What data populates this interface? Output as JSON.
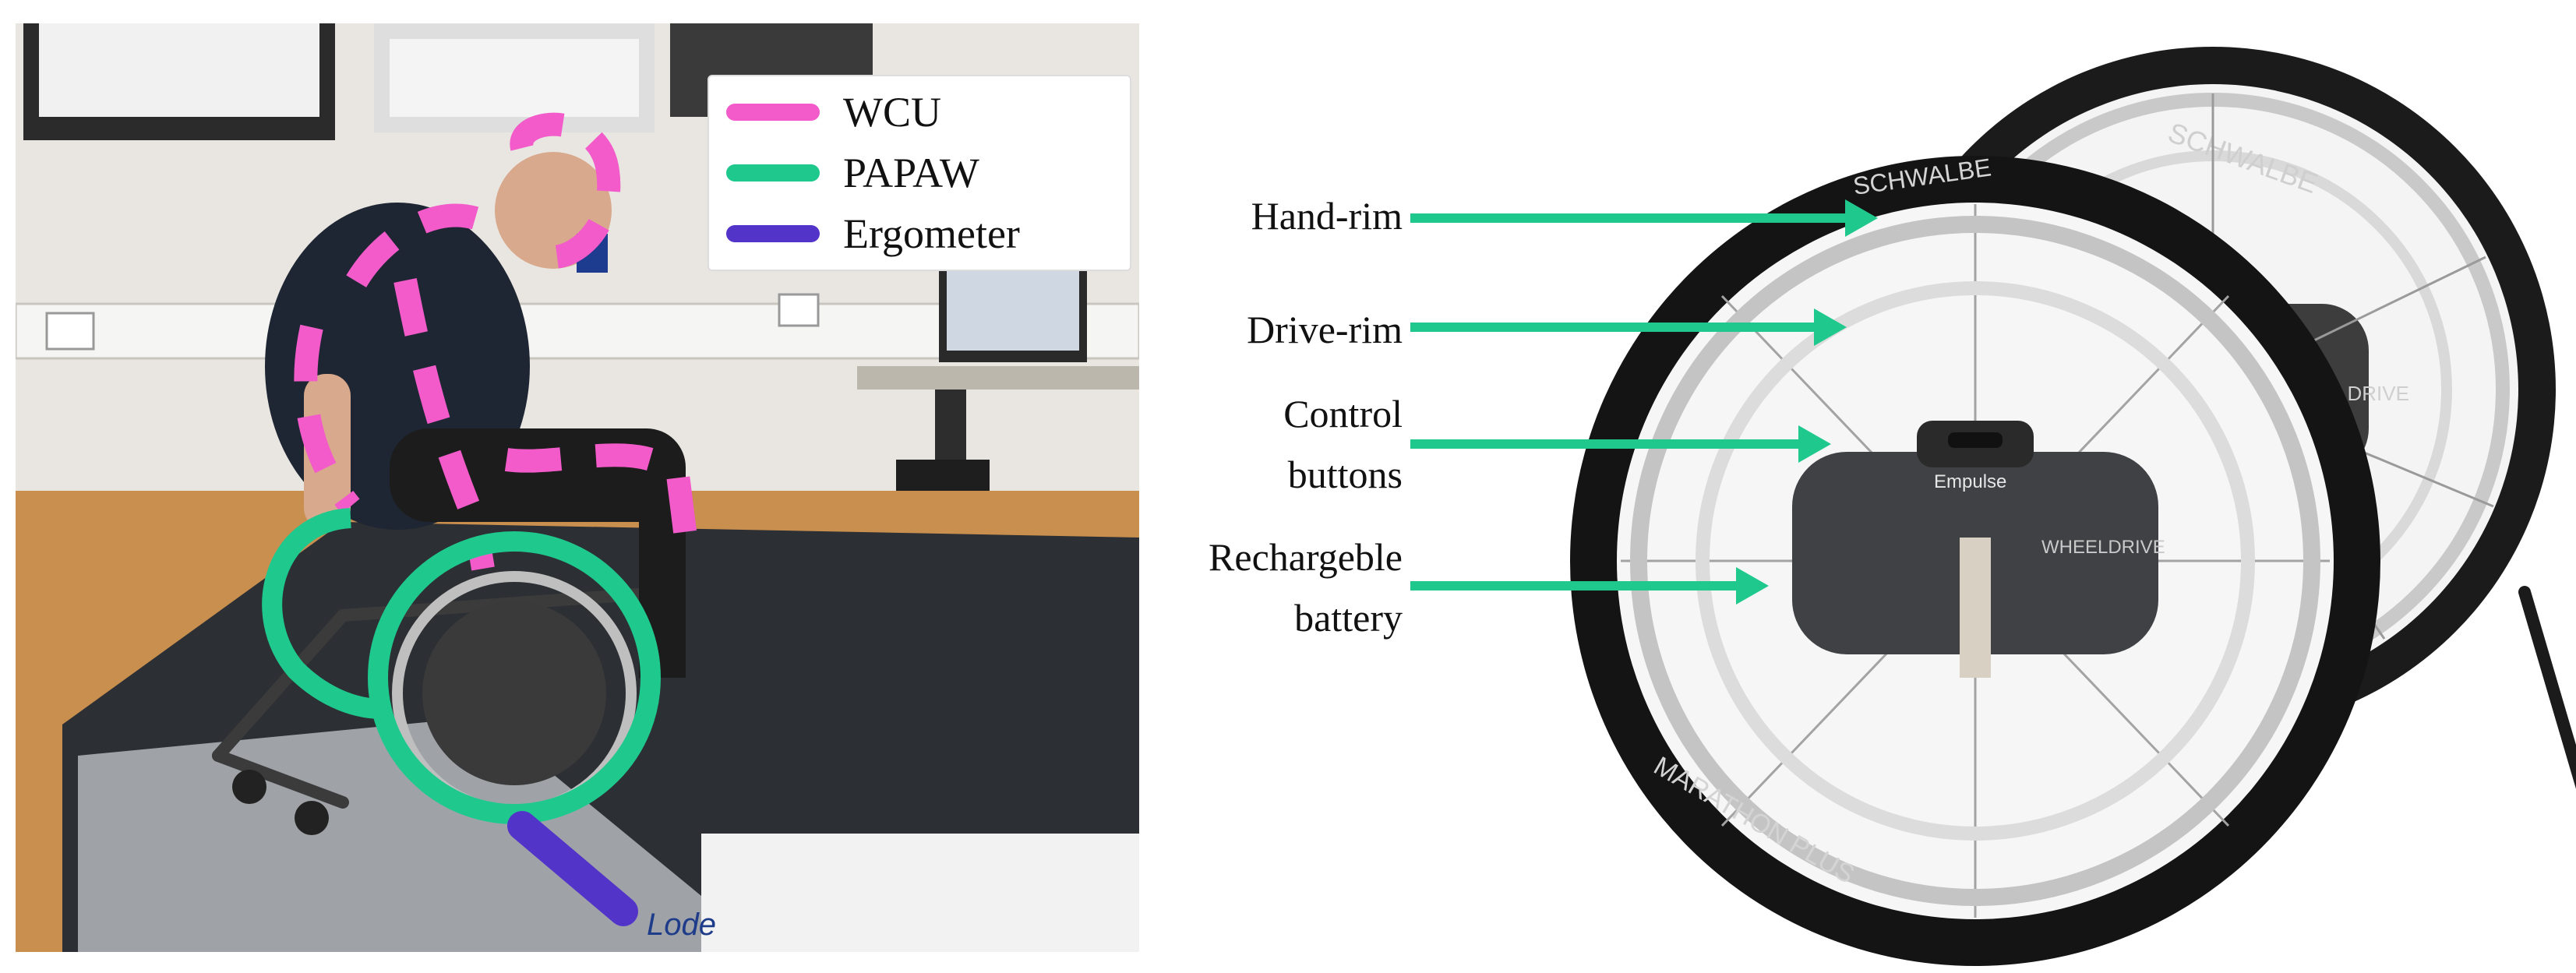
{
  "legend": {
    "items": [
      {
        "label": "WCU",
        "color": "#f25bc9",
        "style": "dashed"
      },
      {
        "label": "PAPAW",
        "color": "#1fc98e",
        "style": "solid"
      },
      {
        "label": "Ergometer",
        "color": "#5334c9",
        "style": "solid"
      }
    ]
  },
  "photo_left": {
    "scene": "wheelchair-user-on-treadmill-ergometer-photo",
    "treadmill_brand": "Lode"
  },
  "photo_right": {
    "scene": "pair-of-power-assist-wheels-photo",
    "tire_brand": "SCHWALBE",
    "tire_model": "MARATHON PLUS",
    "hub_brand": "Empulse",
    "hub_model": "WHEELDRIVE"
  },
  "callouts": {
    "hand_rim": "Hand-rim",
    "drive_rim": "Drive-rim",
    "control_buttons_line1": "Control",
    "control_buttons_line2": "buttons",
    "battery_line1": "Rechargeble",
    "battery_line2": "battery"
  },
  "colors": {
    "arrow": "#1fc98e",
    "wcu": "#f25bc9",
    "papaw": "#1fc98e",
    "ergometer": "#5334c9"
  }
}
